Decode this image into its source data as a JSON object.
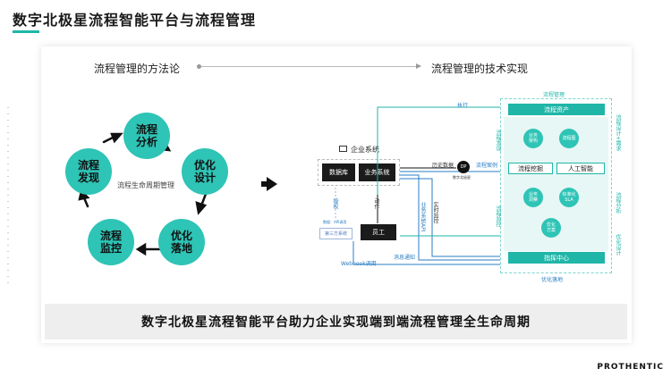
{
  "header": {
    "title": "数字北极星流程智能平台与流程管理"
  },
  "left": {
    "subtitle": "流程管理的方法论",
    "center_label": "流程生命周期管理",
    "stages": [
      "流程\n分析",
      "优化\n设计",
      "优化\n落地",
      "流程\n监控",
      "流程\n发现"
    ]
  },
  "right": {
    "subtitle": "流程管理的技术实现",
    "enterprise_label": "企业系统",
    "database": "数据库",
    "business_system": "业务系统",
    "employee": "员工",
    "third_party": "第三方系统",
    "auth_label": "授权",
    "action_label": "动作",
    "data_label": "数据：API调用",
    "history_data": "历史数据",
    "realtime_label": "流程案例",
    "execute": "执行",
    "webhook": "Webhook调用",
    "message": "消息通知",
    "business_api": "业务系统API",
    "realtime_monitor": "实时监控",
    "dp_logo": "DP",
    "dp_sub": "数字北极星",
    "panel": {
      "top_label": "流程管理",
      "assets": "流程资产",
      "mining": "流程挖掘",
      "ai": "人工智能",
      "command": "指挥中心",
      "bottom_label": "优化落地",
      "circles_top": [
        "业务\n架构",
        "流程图"
      ],
      "circles_mid": [
        "业务\n洞察",
        "标准化\nSLA"
      ],
      "circle_bottom": "优化\n方案",
      "side_left_1": "流程发现",
      "side_left_2": "流程监控",
      "side_right_1": "流程设计+需求",
      "side_right_2": "流程分析",
      "side_right_3": "优化设计"
    }
  },
  "banner": {
    "text": "数字北极星流程智能平台助力企业实现端到端流程管理全生命周期"
  },
  "logo": {
    "text": "PROTHENTIC"
  },
  "colors": {
    "accent": "#1fb6a8",
    "circle": "#2ec4b6",
    "link": "#2a7ec4"
  }
}
